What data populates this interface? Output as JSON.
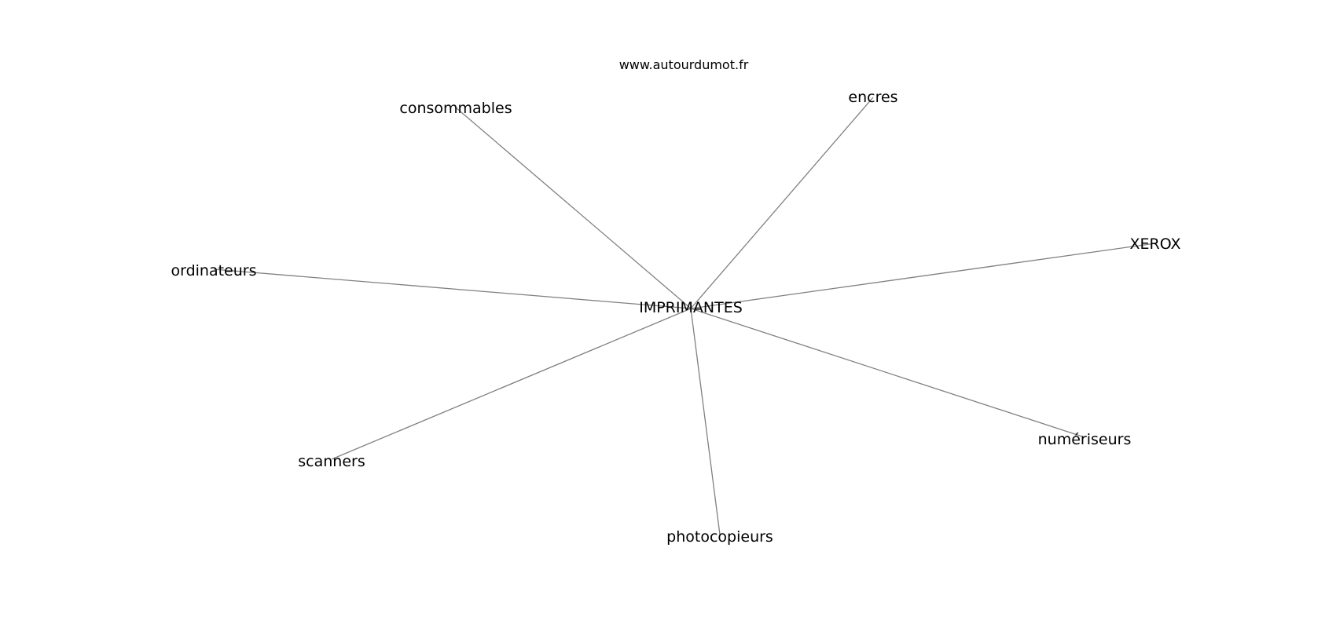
{
  "source": "www.autourdumot.fr",
  "center": {
    "label": "IMPRIMANTES"
  },
  "nodes": [
    {
      "id": "consommables",
      "label": "consommables"
    },
    {
      "id": "encres",
      "label": "encres"
    },
    {
      "id": "xerox",
      "label": "XEROX"
    },
    {
      "id": "ordinateurs",
      "label": "ordinateurs"
    },
    {
      "id": "numeriseurs",
      "label": "numériseurs"
    },
    {
      "id": "scanners",
      "label": "scanners"
    },
    {
      "id": "photocopieurs",
      "label": "photocopieurs"
    }
  ],
  "colors": {
    "edge": "#808080",
    "text": "#000000",
    "background": "#ffffff"
  }
}
